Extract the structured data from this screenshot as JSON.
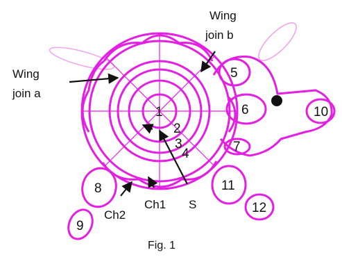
{
  "colors": {
    "ring": "#e21fe2",
    "wing_outline": "#f0a6f0",
    "arrow": "#111111",
    "eye": "#111111"
  },
  "labels": {
    "wing_join_a_line1": "Wing",
    "wing_join_a_line2": "join a",
    "wing_join_b_line1": "Wing",
    "wing_join_b_line2": "join b",
    "n1": "1",
    "n2": "2",
    "n3": "3",
    "n4": "4",
    "n5": "5",
    "n6": "6",
    "n7": "7",
    "n8": "8",
    "n9": "9",
    "n10": "10",
    "n11": "11",
    "n12": "12",
    "s": "S",
    "ch1": "Ch1",
    "ch2": "Ch2"
  },
  "caption": "Fig. 1"
}
